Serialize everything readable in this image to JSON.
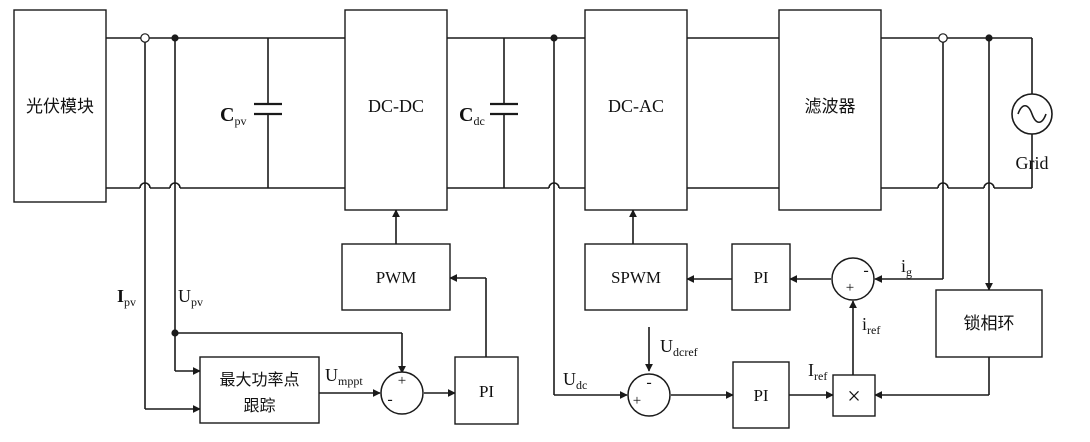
{
  "blocks": {
    "pv_module": "光伏模块",
    "dcdc": "DC-DC",
    "dcac": "DC-AC",
    "filter": "滤波器",
    "pwm": "PWM",
    "spwm": "SPWM",
    "pi_mppt": "PI",
    "pi_current": "PI",
    "pi_voltage": "PI",
    "pll": "锁相环",
    "mppt_line1": "最大功率点",
    "mppt_line2": "跟踪"
  },
  "labels": {
    "cpv_main": "C",
    "cpv_sub": "pv",
    "cdc_main": "C",
    "cdc_sub": "dc",
    "ipv_main": "I",
    "ipv_sub": "pv",
    "upv_main": "U",
    "upv_sub": "pv",
    "umppt_main": "U",
    "umppt_sub": "mppt",
    "udc_main": "U",
    "udc_sub": "dc",
    "udcref_main": "U",
    "udcref_sub": "dcref",
    "iref_upper_main": "I",
    "iref_upper_sub": "ref",
    "iref_lower_main": "i",
    "iref_lower_sub": "ref",
    "ig_main": "i",
    "ig_sub": "g",
    "grid": "Grid"
  },
  "signs": {
    "plus": "+",
    "minus": "-",
    "multiply": "×"
  }
}
